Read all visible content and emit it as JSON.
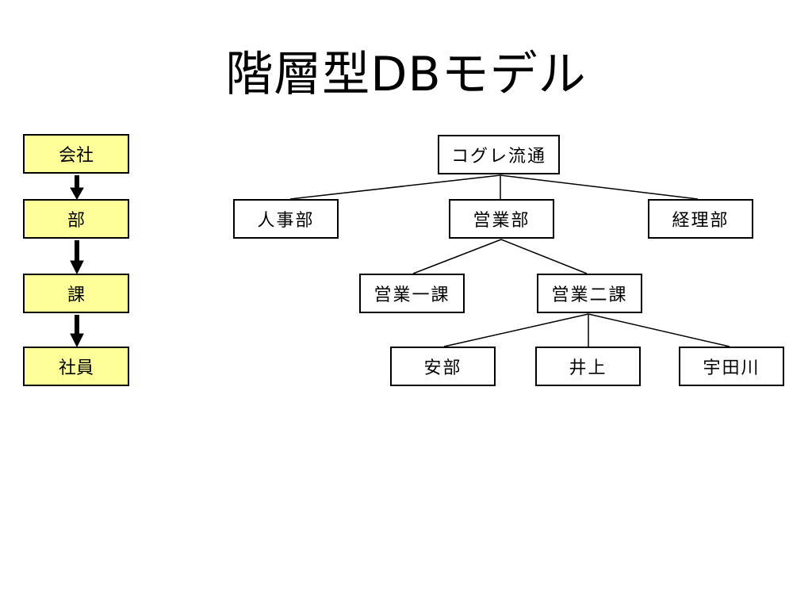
{
  "title": "階層型DBモデル",
  "levels": [
    {
      "label": "会社"
    },
    {
      "label": "部"
    },
    {
      "label": "課"
    },
    {
      "label": "社員"
    }
  ],
  "tree": {
    "root": {
      "label": "コグレ流通"
    },
    "departments": [
      {
        "label": "人事部"
      },
      {
        "label": "営業部"
      },
      {
        "label": "経理部"
      }
    ],
    "sections": [
      {
        "label": "営業一課"
      },
      {
        "label": "営業二課"
      }
    ],
    "employees": [
      {
        "label": "安部"
      },
      {
        "label": "井上"
      },
      {
        "label": "宇田川"
      }
    ]
  },
  "colors": {
    "level_fill": "#ffff99",
    "node_fill": "#ffffff",
    "line": "#000000"
  }
}
